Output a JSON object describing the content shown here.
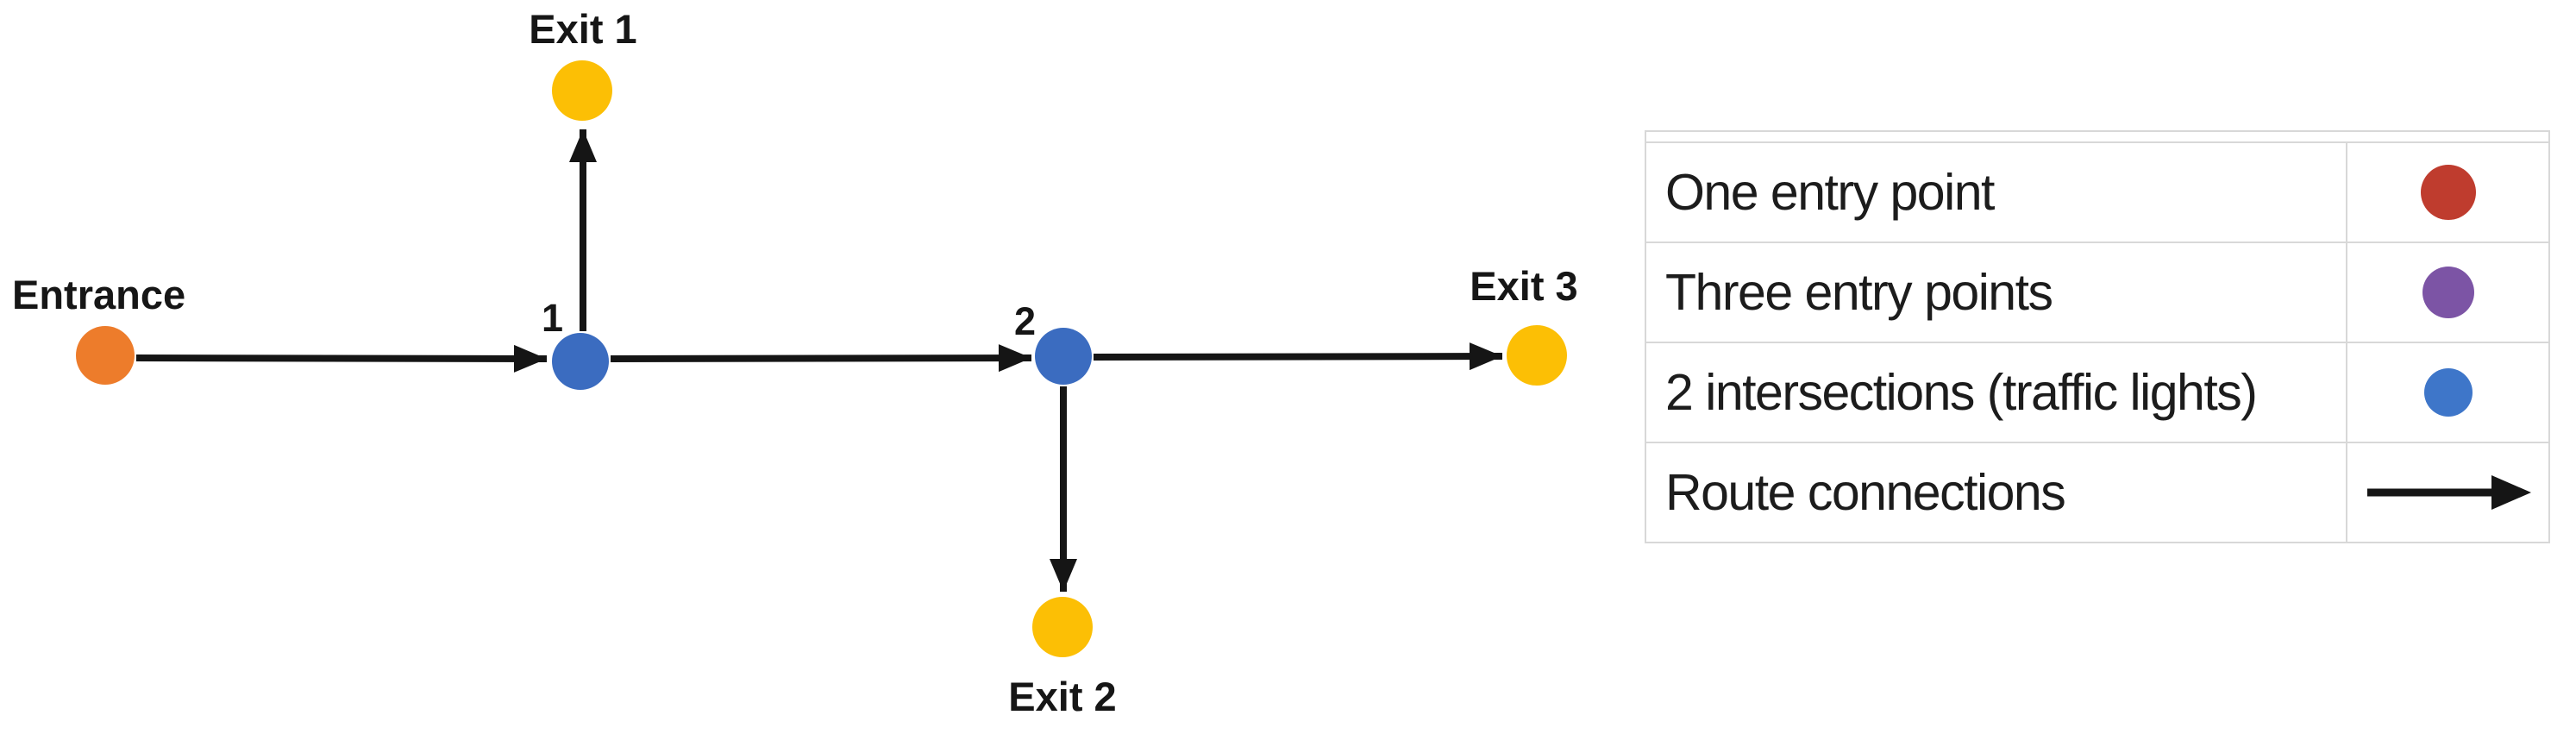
{
  "figure": {
    "type": "route-network-diagram",
    "background": "#ffffff"
  },
  "diagram": {
    "entrance": {
      "label": "Entrance",
      "color": "#ed7c2b"
    },
    "intersections": [
      {
        "label": "1",
        "color": "#3b6cc0"
      },
      {
        "label": "2",
        "color": "#3b6cc0"
      }
    ],
    "exits": [
      {
        "label": "Exit 1",
        "color": "#fcbf05"
      },
      {
        "label": "Exit 2",
        "color": "#fcbf05"
      },
      {
        "label": "Exit 3",
        "color": "#fcbf05"
      }
    ],
    "edges": [
      {
        "from": "Entrance",
        "to": "1"
      },
      {
        "from": "1",
        "to": "Exit 1"
      },
      {
        "from": "1",
        "to": "2"
      },
      {
        "from": "2",
        "to": "Exit 2"
      },
      {
        "from": "2",
        "to": "Exit 3"
      }
    ],
    "edge_color": "#151515"
  },
  "legend": {
    "rows": [
      {
        "label": "One entry point",
        "symbol": "circle",
        "color": "#bf3c2e"
      },
      {
        "label": "Three entry points",
        "symbol": "circle",
        "color": "#7c54a5"
      },
      {
        "label": "2 intersections (traffic lights)",
        "symbol": "circle",
        "color": "#3e76c9"
      },
      {
        "label": "Route connections",
        "symbol": "arrow",
        "color": "#151515"
      }
    ],
    "border_color": "#d8d8d8"
  }
}
